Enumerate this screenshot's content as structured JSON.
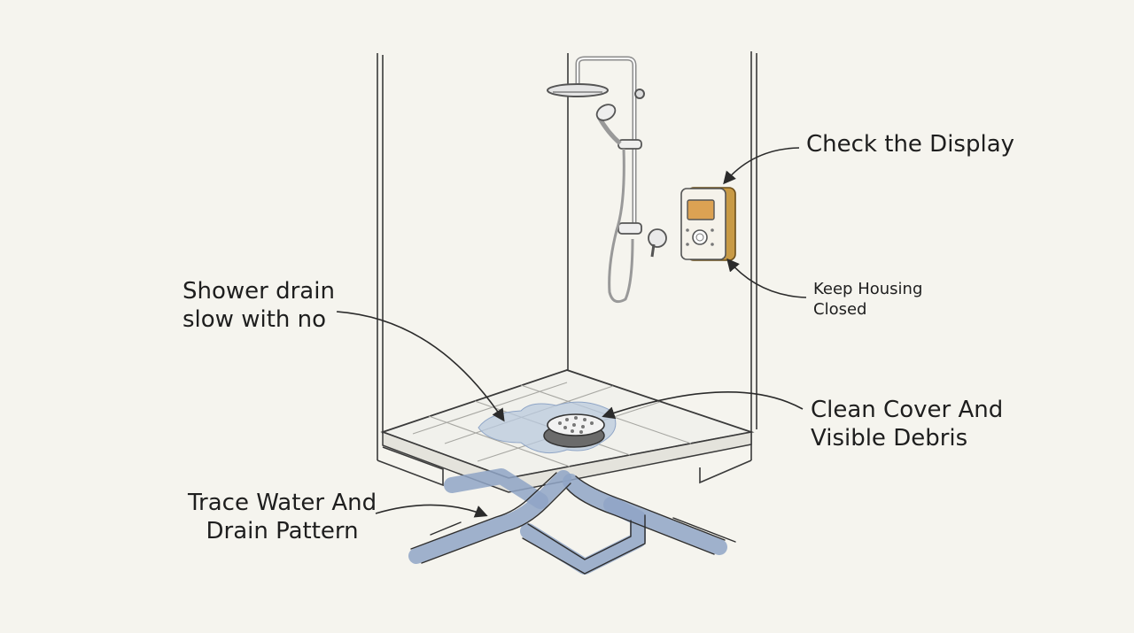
{
  "callouts": {
    "display": {
      "lines": [
        "Check the Display"
      ]
    },
    "housing": {
      "lines": [
        "Keep Housing",
        "Closed"
      ]
    },
    "drain_slow": {
      "lines": [
        "Shower drain",
        "slow with no"
      ]
    },
    "cover": {
      "lines": [
        "Clean Cover And",
        "Visible Debris"
      ]
    },
    "trace": {
      "lines": [
        "Trace Water And",
        "Drain Pattern"
      ]
    }
  },
  "colors": {
    "background": "#f5f4ee",
    "ink": "#2b2b2b",
    "water": "#8fa5c6",
    "housing_wood": "#c89a45",
    "display_screen": "#dca253"
  },
  "icons": {
    "rain_head": "shower-head-icon",
    "hand_shower": "hand-shower-icon",
    "mixer": "mixer-valve-icon",
    "heater": "water-heater-unit-icon",
    "drain": "drain-cover-icon"
  }
}
